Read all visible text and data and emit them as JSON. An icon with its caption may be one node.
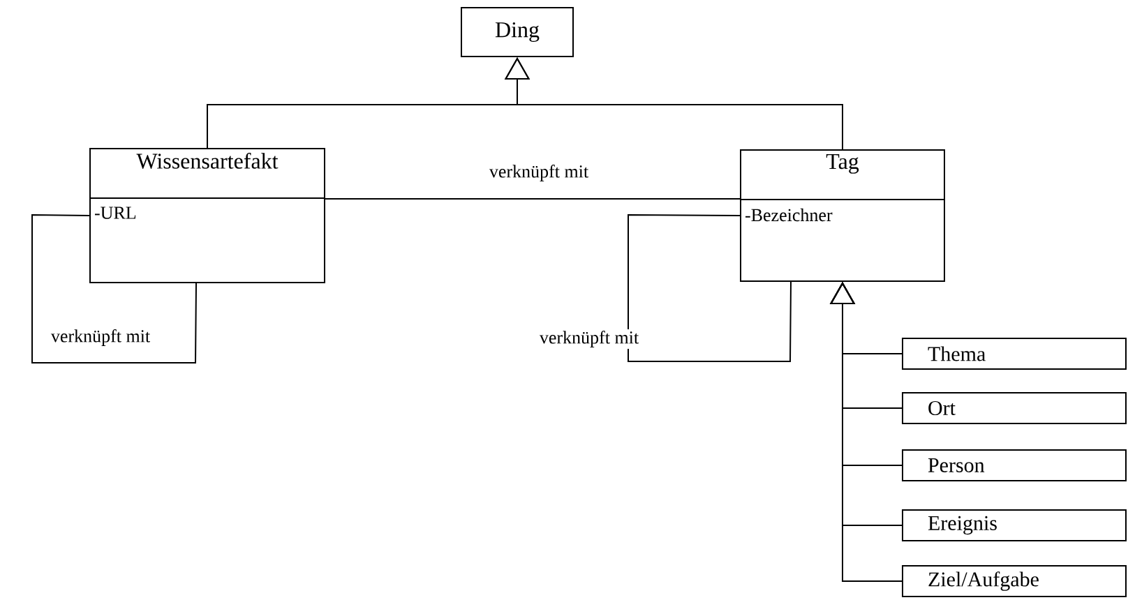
{
  "diagram": {
    "nodes": [
      {
        "text": [
          "Ding"
        ]
      },
      {
        "text": [
          "Wissensartefakt",
          "-URL"
        ]
      },
      {
        "text": [
          "Tag",
          "-Bezeichner"
        ]
      },
      {
        "text": [
          "Thema"
        ]
      },
      {
        "text": [
          "Ort"
        ]
      },
      {
        "text": [
          "Person"
        ]
      },
      {
        "text": [
          "Ereignis"
        ]
      },
      {
        "text": [
          "Ziel/Aufgabe"
        ]
      }
    ],
    "edges": [
      {
        "from": 1,
        "to": 0,
        "arrow": "to"
      },
      {
        "from": 2,
        "to": 0,
        "arrow": "to"
      },
      {
        "from": 1,
        "to": 2,
        "arrow": "none",
        "label": "verknüpft mit"
      },
      {
        "from": 1,
        "to": 1,
        "arrow": "none",
        "label": "verknüpft mit"
      },
      {
        "from": 2,
        "to": 2,
        "arrow": "none",
        "label": "verknüpft mit"
      },
      {
        "from": 3,
        "to": 2,
        "arrow": "to"
      },
      {
        "from": 4,
        "to": 2,
        "arrow": "to"
      },
      {
        "from": 5,
        "to": 2,
        "arrow": "to"
      },
      {
        "from": 6,
        "to": 2,
        "arrow": "to"
      },
      {
        "from": 7,
        "to": 2,
        "arrow": "to"
      }
    ]
  }
}
